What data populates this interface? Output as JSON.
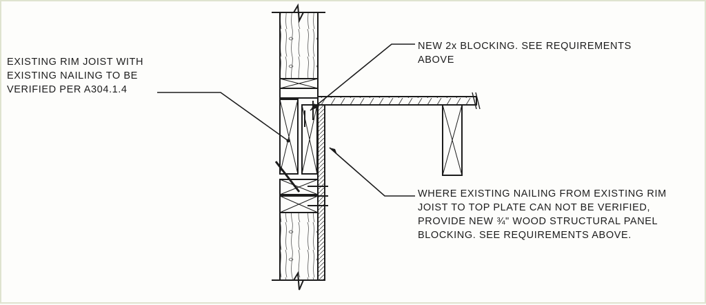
{
  "notes": {
    "existing_rim_joist": "EXISTING RIM JOIST WITH\nEXISTING NAILING TO BE\nVERIFIED PER A304.1.4",
    "new_blocking": "NEW 2x BLOCKING. SEE REQUIREMENTS\nABOVE",
    "panel_blocking": "WHERE EXISTING NAILING FROM EXISTING RIM\nJOIST TO TOP PLATE CAN NOT BE VERIFIED,\nPROVIDE NEW ¾\" WOOD STRUCTURAL PANEL\nBLOCKING. SEE REQUIREMENTS ABOVE."
  },
  "colors": {
    "line": "#1c1c1c",
    "background": "#fdfdfb",
    "frame": "#dfe3cf"
  }
}
